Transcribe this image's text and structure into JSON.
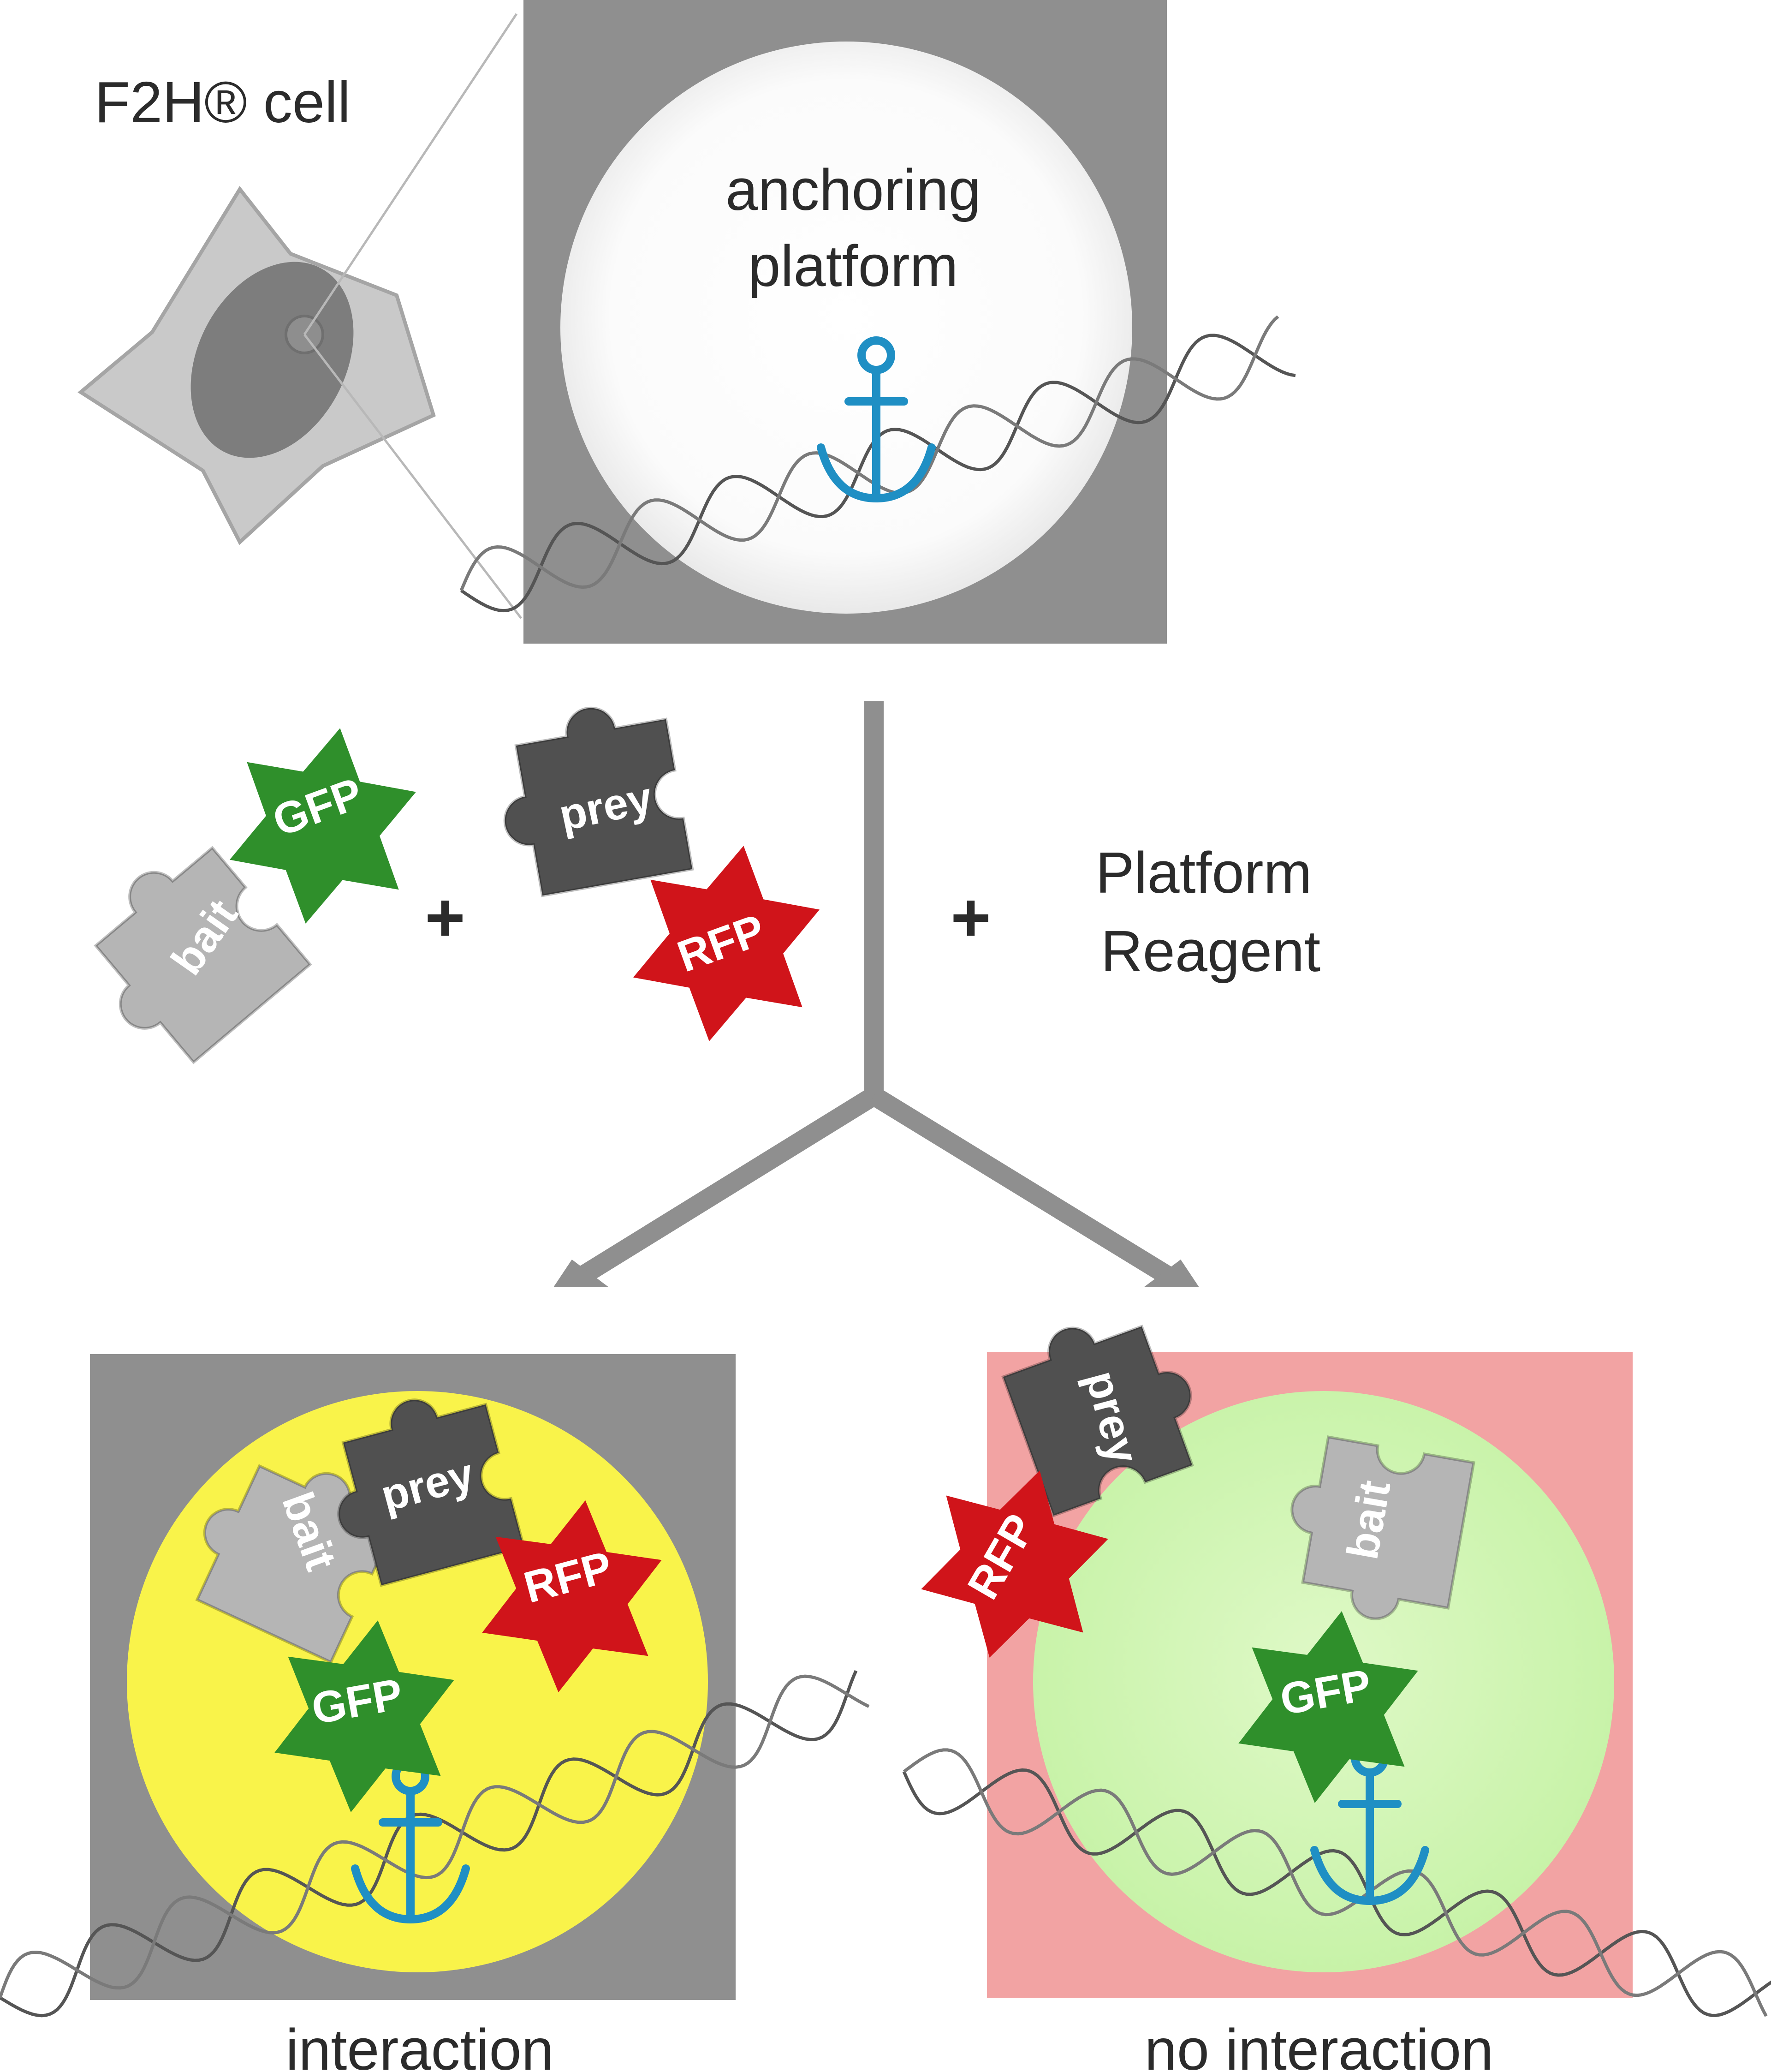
{
  "cell_label": "F2H® cell",
  "platform_panel": {
    "line1": "anchoring",
    "line2": "platform"
  },
  "reagents": {
    "gfp": "GFP",
    "bait": "bait",
    "prey": "prey",
    "rfp": "RFP",
    "plus": "+",
    "platform_reagent_line1": "Platform",
    "platform_reagent_line2": "Reagent"
  },
  "outcomes": {
    "interaction": "interaction",
    "no_interaction": "no interaction"
  },
  "colors": {
    "panel_gray": "#8f8f8f",
    "panel_pink": "#f2a3a3",
    "nucleus_yellow": "#f9f34a",
    "nucleus_green": "#d3f7b6",
    "gfp_green": "#2f8f2b",
    "rfp_red": "#d0141a",
    "prey_dark": "#505050",
    "bait_light": "#b5b5b5",
    "anchor_blue": "#1f8fc4",
    "dna_gray": "#555555"
  },
  "icons": [
    "cell-icon",
    "anchor-icon",
    "dna-helix-icon",
    "puzzle-piece-icon",
    "star-icon"
  ]
}
